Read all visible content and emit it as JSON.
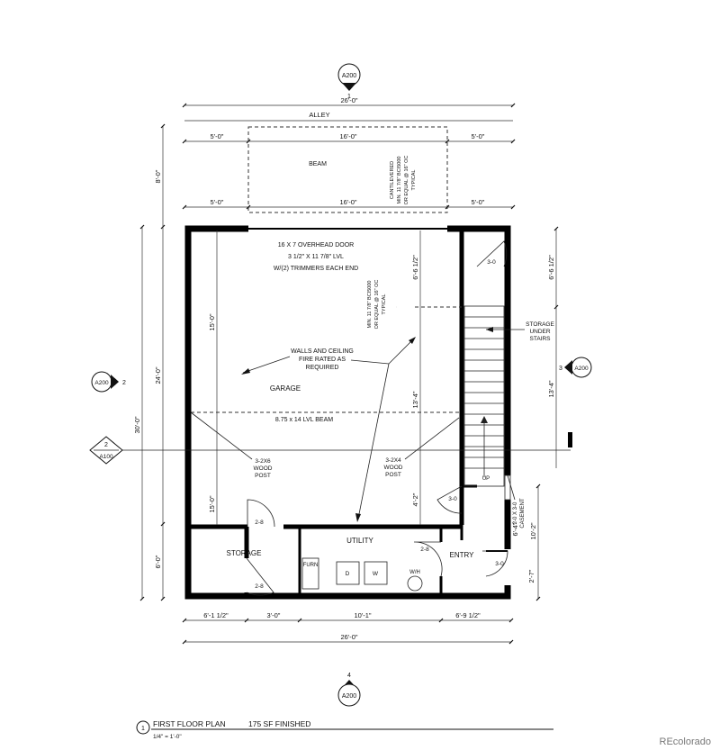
{
  "plan": {
    "title": "FIRST FLOOR PLAN",
    "finished": "175 SF FINISHED",
    "scale": "1/4\" = 1'-0\"",
    "number": "1",
    "watermark": "REcolorado"
  },
  "section_markers": {
    "top": {
      "sheet": "A200",
      "num": "1"
    },
    "bottom": {
      "sheet": "A200",
      "num": "4"
    },
    "left": {
      "sheet": "A200",
      "num": "2"
    },
    "right": {
      "sheet": "A200",
      "num": "3"
    },
    "elev": {
      "sheet": "A100",
      "num": "2"
    }
  },
  "rooms": {
    "garage": "GARAGE",
    "storage": "STORAGE",
    "utility": "UTILITY",
    "entry": "ENTRY",
    "alley": "ALLEY",
    "beam": "BEAM"
  },
  "notes": {
    "door_line1": "16 X 7 OVERHEAD DOOR",
    "door_line2": "3 1/2\" X 11 7/8\" LVL",
    "door_line3": "W/(2) TRIMMERS EACH END",
    "fire_line1": "WALLS AND CEILING",
    "fire_line2": "FIRE RATED AS",
    "fire_line3": "REQUIRED",
    "lvl_beam": "8.75 x 14 LVL BEAM",
    "post_left_1": "3-2X6",
    "post_left_2": "WOOD",
    "post_left_3": "POST",
    "post_right_1": "3-2X4",
    "post_right_2": "WOOD",
    "post_right_3": "POST",
    "storage_stairs_1": "STORAGE",
    "storage_stairs_2": "UNDER",
    "storage_stairs_3": "STAIRS",
    "cant_1": "CANTILEVERED",
    "cant_2": "MIN. 11 7/8\" BCI5000",
    "cant_3": "OR EQUAL @ 16\" OC",
    "cant_4": "TYPICAL",
    "joist_1": "MIN. 11 7/8\" BCI5000",
    "joist_2": "OR EQUAL @ 16\" OC",
    "joist_3": "TYPICAL",
    "casement_1": "2-0 X 3-0",
    "casement_2": "CASEMENT",
    "up": "UP",
    "furn": "FURN",
    "dryer": "D",
    "washer": "W",
    "wh": "W/H"
  },
  "doors": {
    "stair_top": "3-0",
    "storage_top": "2-8",
    "storage_bottom": "2-8",
    "utility": "2-8",
    "entry_upper": "3-0",
    "entry_lower": "3-0"
  },
  "dimensions": {
    "top_overall": "26'-0\"",
    "top_left": "5'-0\"",
    "top_mid": "16'-0\"",
    "top_right": "5'-0\"",
    "beam_left": "5'-0\"",
    "beam_mid": "16'-0\"",
    "beam_right": "5'-0\"",
    "left_8": "8'-0\"",
    "left_30": "30'-0\"",
    "left_24": "24'-0\"",
    "left_6": "6'-0\"",
    "garage_15a": "15'-0\"",
    "garage_15b": "15'-0\"",
    "mid_661": "6'-6 1/2\"",
    "mid_134": "13'-4\"",
    "mid_42": "4'-2\"",
    "right_661": "6'-6 1/2\"",
    "right_134": "13'-4\"",
    "right_64": "6'-4\"",
    "right_102": "10'-2\"",
    "right_27": "2'-7\"",
    "bot_1": "6'-1 1/2\"",
    "bot_2": "3'-0\"",
    "bot_3": "10'-1\"",
    "bot_4": "6'-9 1/2\"",
    "bot_overall": "26'-0\""
  }
}
